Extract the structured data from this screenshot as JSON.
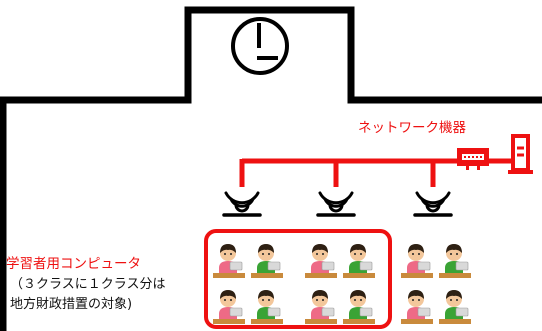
{
  "colors": {
    "wall": "#000000",
    "network": "#ee1111",
    "label": "#ee1111",
    "note": "#111111",
    "desk": "#c98a3c",
    "laptop": "#d9d9d9",
    "skin": "#f3c79b",
    "hair": "#2e2013",
    "shirt_green": "#3aa335",
    "shirt_pink": "#ee6a86"
  },
  "network_equipment": {
    "label": "ネットワーク機器",
    "icons": [
      "router-icon",
      "server-icon"
    ]
  },
  "access_points": [
    "wifi-signal-icon",
    "wifi-signal-icon",
    "wifi-signal-icon"
  ],
  "learner_computers": {
    "label": "学習者用コンピュータ",
    "note_line1": "（３クラスに１クラス分は",
    "note_line2": "地方財政措置の対象)"
  },
  "clock": {
    "icon": "clock-icon"
  },
  "students": {
    "left_group": {
      "rows": 2,
      "per_row": 4,
      "shirt_pattern": [
        "pink",
        "green",
        "pink",
        "green"
      ]
    },
    "right_group": {
      "rows": 2,
      "per_row": 2,
      "shirt_pattern": [
        "pink",
        "green"
      ]
    }
  }
}
